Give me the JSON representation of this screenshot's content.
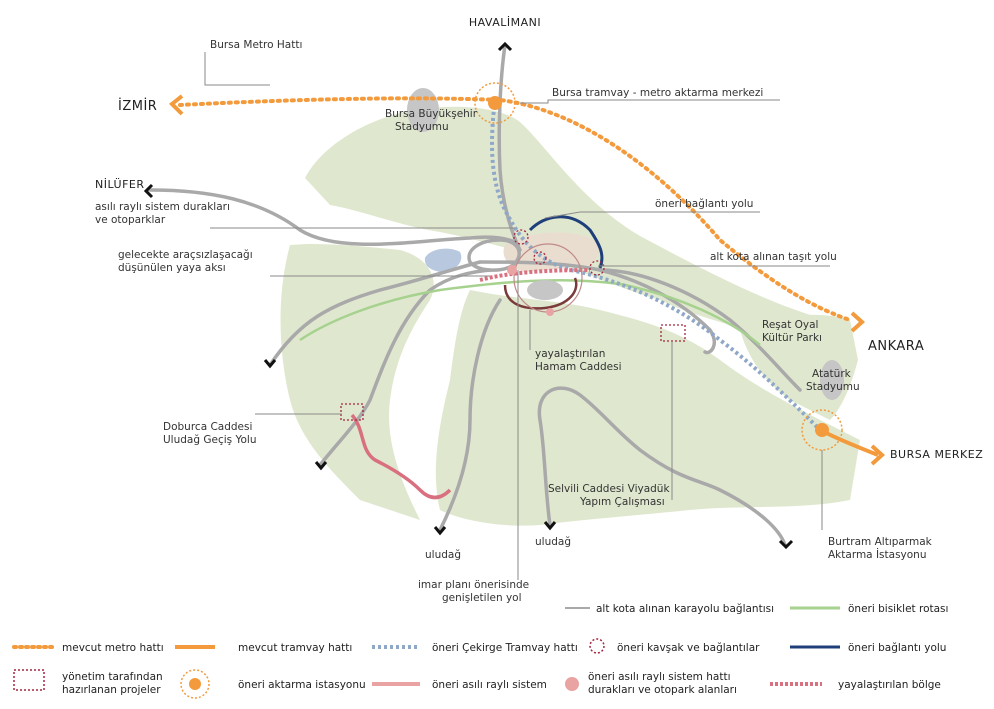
{
  "places": {
    "havalimani": "HAVALİMANI",
    "izmir": "İZMİR",
    "nilufer": "NİLÜFER",
    "ankara": "ANKARA",
    "bursa_merkez": "BURSA MERKEZ",
    "uludag_1": "uludağ",
    "uludag_2": "uludağ"
  },
  "labels": {
    "metro_line": "Bursa Metro Hattı",
    "tram_metro_hub": "Bursa tramvay - metro aktarma merkezi",
    "stadium_1_l1": "Bursa Büyükşehir",
    "stadium_1_l2": "Stadyumu",
    "rail_stops_l1": "asılı raylı sistem durakları",
    "rail_stops_l2": "ve otoparklar",
    "ped_axis_l1": "gelecekte araçsızlaşacağı",
    "ped_axis_l2": "düşünülen yaya aksı",
    "connection_road": "öneri bağlantı yolu",
    "lowered_vehicle": "alt kota alınan taşıt yolu",
    "park_l1": "Reşat Oyal",
    "park_l2": "Kültür Parkı",
    "stadium_2_l1": "Atatürk",
    "stadium_2_l2": "Stadyumu",
    "hamam_l1": "yayalaştırılan",
    "hamam_l2": "Hamam Caddesi",
    "doburca_l1": "Doburca Caddesi",
    "doburca_l2": "Uludağ Geçiş Yolu",
    "selvili_l1": "Selvili Caddesi Viyadük",
    "selvili_l2": "Yapım Çalışması",
    "burtram_l1": "Burtram Altıparmak",
    "burtram_l2": "Aktarma İstasyonu",
    "imar_l1": "imar planı önerisinde",
    "imar_l2": "genişletilen yol"
  },
  "legend": {
    "lowered_road": "alt kota alınan karayolu bağlantısı",
    "bike_route": "öneri bisiklet rotası",
    "metro": "mevcut metro hattı",
    "tram": "mevcut tramvay hattı",
    "cekirge_tram": "öneri Çekirge Tramvay hattı",
    "junction": "öneri kavşak ve bağlantılar",
    "connection": "öneri bağlantı yolu",
    "mgmt_l1": "yönetim tarafından",
    "mgmt_l2": "hazırlanan projeler",
    "transfer_station": "öneri aktarma istasyonu",
    "suspended_rail": "öneri asılı raylı sistem",
    "rail_stops_l1": "öneri asılı raylı sistem hattı",
    "rail_stops_l2": "durakları ve otopark alanları",
    "ped_zone": "yayalaştırılan bölge"
  },
  "colors": {
    "green_area": "#dfe8cf",
    "road": "#a9a9a9",
    "orange": "#f39a3c",
    "tram_blue": "#8fa8c8",
    "navy": "#1f3f7a",
    "pink": "#d9707f",
    "salmon": "#e9a3a3",
    "bike_green": "#a6d18e",
    "maroon": "#a3253e",
    "grey_stadium": "#c6c6c6",
    "lake": "#b7c8df"
  }
}
